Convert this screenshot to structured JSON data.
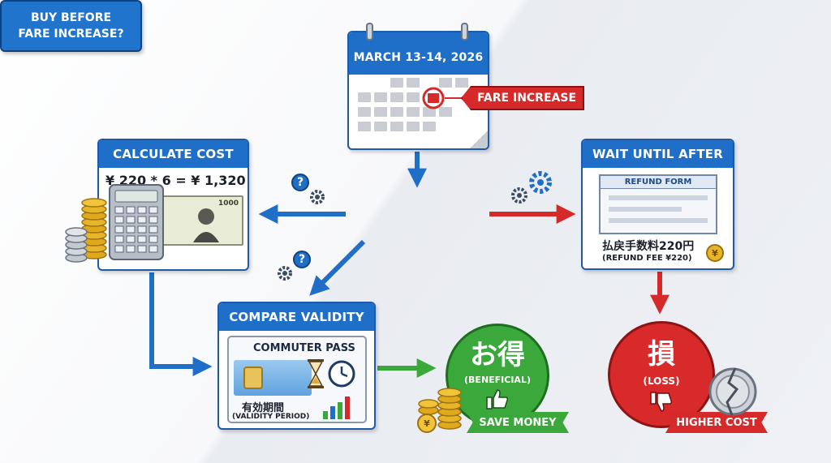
{
  "calendar": {
    "date_label": "MARCH 13-14, 2026"
  },
  "fare_tag": {
    "label": "FARE INCREASE"
  },
  "decision": {
    "line1": "BUY BEFORE",
    "line2": "FARE INCREASE?"
  },
  "calculate": {
    "title": "CALCULATE COST",
    "formula": "¥ 220 * 6 = ¥ 1,320",
    "banknote": "1000"
  },
  "wait": {
    "title": "WAIT UNTIL AFTER",
    "form_title": "REFUND FORM",
    "fee_jp": "払戻手数料220円",
    "fee_en": "(REFUND FEE ¥220)"
  },
  "compare": {
    "title": "COMPARE VALIDITY",
    "pass_title": "COMMUTER PASS",
    "validity_jp": "有効期間",
    "validity_en": "(VALIDITY PERIOD)"
  },
  "good": {
    "jp": "お得",
    "en": "(BENEFICIAL)",
    "banner": "SAVE MONEY"
  },
  "bad": {
    "jp": "損",
    "en": "(LOSS)",
    "banner": "HIGHER COST"
  },
  "question_mark": "?",
  "yen_symbol": "¥",
  "colors": {
    "blue": "#1f6fc9",
    "red": "#d62a2a",
    "green": "#3aa83a",
    "gold": "#e0a81c"
  }
}
